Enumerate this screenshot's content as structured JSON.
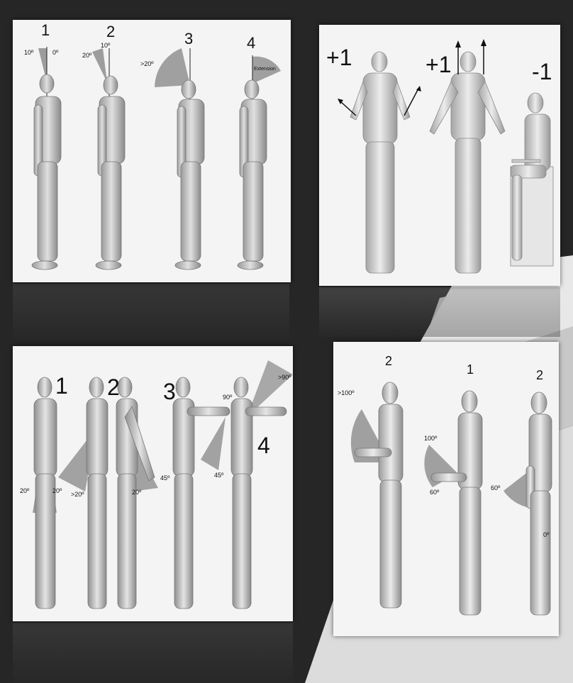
{
  "panel_neck": {
    "numbers": [
      "1",
      "2",
      "3",
      "4"
    ],
    "angles": {
      "p1_left": "10º",
      "p1_right": "0º",
      "p2_left": "20º",
      "p2_right": "10º",
      "p3": ">20º",
      "p4": "Extension"
    }
  },
  "panel_trunk": {
    "scores": [
      "+1",
      "+1",
      "-1"
    ]
  },
  "panel_upper_arm": {
    "numbers": [
      "1",
      "2",
      "3",
      "4"
    ],
    "angles": {
      "a1_left": "20º",
      "a1_right": "20º",
      "a2_back": ">20º",
      "a2_front": "20º",
      "a2_45": "45º",
      "a3_90": "90º",
      "a3_45": "45º",
      "a4_90": ">90º"
    }
  },
  "panel_lower_arm": {
    "numbers": [
      "2",
      "1",
      "2"
    ],
    "angles": {
      "b1": ">100º",
      "b2_100": "100º",
      "b2_60": "60º",
      "b3_60": "60º",
      "b3_0": "0º"
    }
  }
}
